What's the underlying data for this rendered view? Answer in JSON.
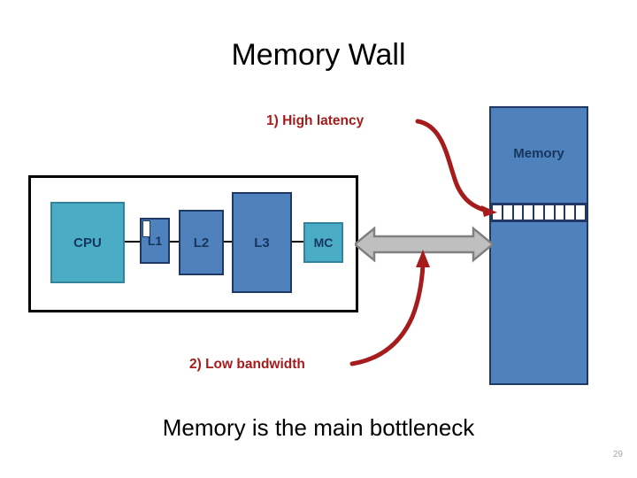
{
  "slide": {
    "title": "Memory Wall",
    "bottom_statement": "Memory is the main bottleneck",
    "page_number": "29"
  },
  "callouts": [
    {
      "id": "latency",
      "label": "1) High latency",
      "color": "#A61C1C"
    },
    {
      "id": "bandwidth",
      "label": "2) Low bandwidth",
      "color": "#A61C1C"
    }
  ],
  "chip": {
    "blocks": [
      {
        "name": "cpu",
        "label": "CPU",
        "fill": "#4BACC6",
        "stroke": "#31849B"
      },
      {
        "name": "l1",
        "label": "L1",
        "fill": "#4F81BD",
        "stroke": "#1F3864"
      },
      {
        "name": "l2",
        "label": "L2",
        "fill": "#4F81BD",
        "stroke": "#1F3864"
      },
      {
        "name": "l3",
        "label": "L3",
        "fill": "#4F81BD",
        "stroke": "#1F3864"
      },
      {
        "name": "mc",
        "label": "MC",
        "fill": "#4BACC6",
        "stroke": "#31849B"
      }
    ]
  },
  "memory": {
    "label": "Memory",
    "fill": "#4F81BD",
    "stroke": "#1F3864",
    "band_cells": 9
  },
  "arrows": {
    "bandwidth_arrow": {
      "name": "double-headed-arrow",
      "fill": "#BFBFBF",
      "stroke": "#808080"
    },
    "latency_pointer": {
      "name": "curved-arrow",
      "color": "#A61C1C"
    },
    "bandwidth_pointer": {
      "name": "curved-arrow",
      "color": "#A61C1C"
    }
  }
}
